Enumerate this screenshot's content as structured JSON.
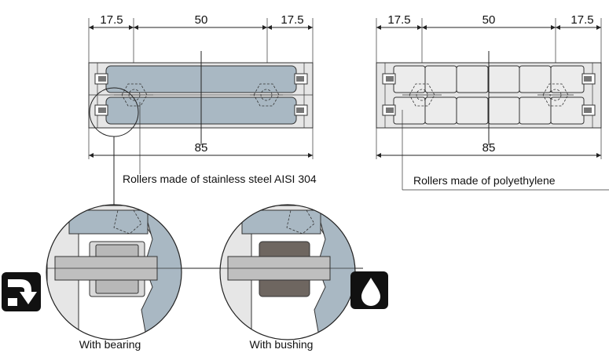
{
  "left_drawing": {
    "dim_left": "17.5",
    "dim_middle": "50",
    "dim_right": "17.5",
    "dim_total": "85",
    "caption": "Rollers made of stainless steel AISI 304"
  },
  "right_drawing": {
    "dim_left": "17.5",
    "dim_middle": "50",
    "dim_right": "17.5",
    "dim_total": "85",
    "caption": "Rollers made of polyethylene"
  },
  "details": {
    "bearing_caption": "With bearing",
    "bushing_caption": "With bushing"
  },
  "icons": [
    "rotation-arrow-icon",
    "oil-drop-icon"
  ],
  "colors": {
    "steel": "#a9b8c3",
    "polyethylene": "#ececec",
    "bushing": "#6e6660",
    "housing": "#a9b8c3"
  }
}
